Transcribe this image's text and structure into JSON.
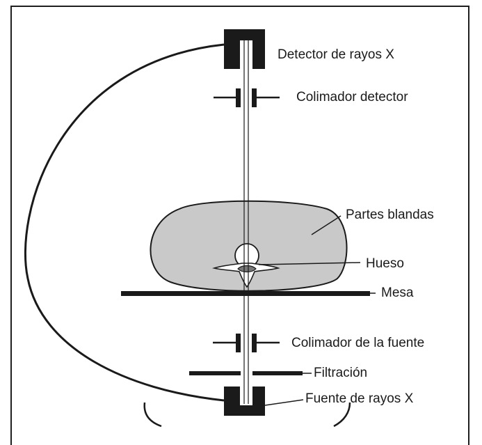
{
  "labels": {
    "detector": "Detector de rayos X",
    "detector_collimator": "Colimador detector",
    "soft_tissue": "Partes blandas",
    "bone": "Hueso",
    "table": "Mesa",
    "source_collimator": "Colimador de la fuente",
    "filtration": "Filtración",
    "source": "Fuente de rayos X"
  },
  "colors": {
    "ink": "#1a1a1a",
    "soft_tissue_fill": "#c9c9c9",
    "background": "#ffffff"
  }
}
